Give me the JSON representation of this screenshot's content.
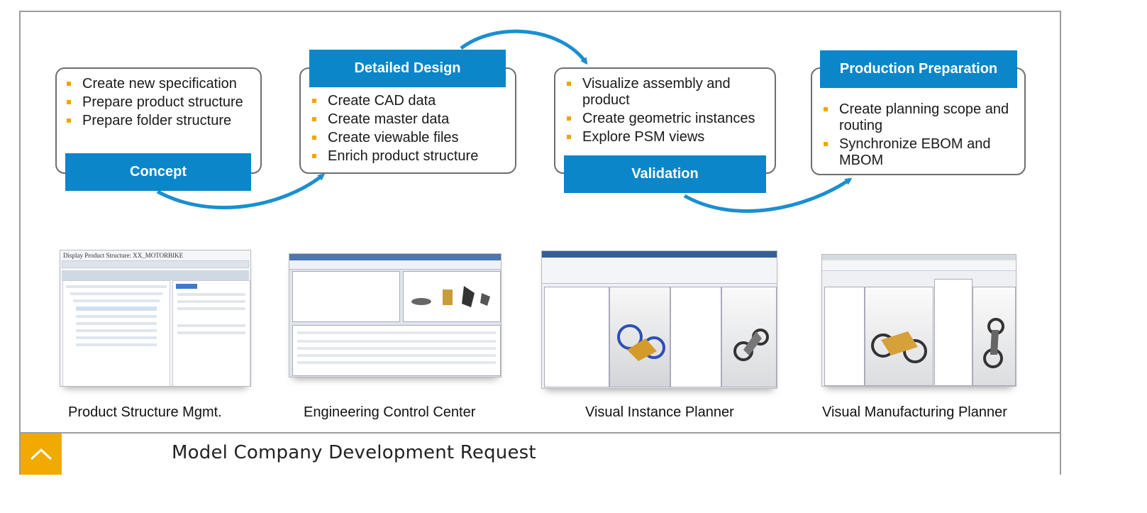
{
  "stages": [
    {
      "title": "Concept",
      "items": [
        "Create new specification",
        "Prepare product structure",
        "Prepare folder structure"
      ]
    },
    {
      "title": "Detailed Design",
      "items": [
        "Create CAD data",
        "Create master data",
        "Create viewable files",
        "Enrich product structure"
      ]
    },
    {
      "title": "Validation",
      "items": [
        "Visualize assembly and product",
        "Create geometric instances",
        "Explore PSM views"
      ]
    },
    {
      "title": "Production Preparation",
      "items": [
        "Create planning scope and routing",
        "Synchronize EBOM and MBOM"
      ]
    }
  ],
  "tools": [
    {
      "caption": "Product Structure Mgmt.",
      "window_title": "Display Product Structure: XX_MOTORBIKE"
    },
    {
      "caption": "Engineering Control Center",
      "window_title": ""
    },
    {
      "caption": "Visual Instance Planner",
      "window_title": ""
    },
    {
      "caption": "Visual Manufacturing Planner",
      "window_title": ""
    }
  ],
  "footer": {
    "title": "Model Company Development Request",
    "up_icon": "chevron-up-icon"
  },
  "colors": {
    "banner": "#0a86c9",
    "bullet": "#f0a500",
    "arrow": "#1a8fd0",
    "footer_button": "#f0aa00",
    "frame_border": "#9c9c9c"
  }
}
